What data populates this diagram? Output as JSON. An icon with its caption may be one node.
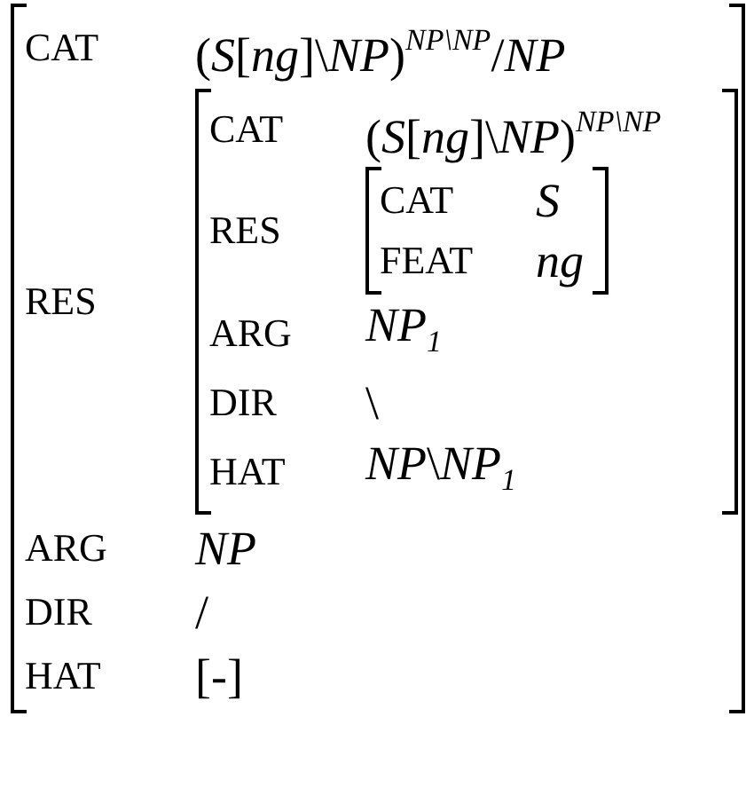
{
  "diagram": {
    "nodes": [
      {
        "text": [
          "CAT",
          "(*S*[*ng*]\\*NP*)$^{NP\\NP}$/*NP*",
          "RES",
          "ARG",
          "*NP*",
          "DIR",
          "/",
          "HAT",
          "[-]"
        ]
      },
      {
        "text": [
          "CAT",
          "(*S*[*ng*]\\*NP*)$^{NP\\NP}$",
          "RES",
          "ARG",
          "*NP*$_{1}$",
          "DIR",
          "\\",
          "HAT",
          "*NP*\\*NP*$_{1}$"
        ],
        "in": 0
      },
      {
        "text": [
          "CAT",
          "*S*",
          "FEAT",
          "*ng*"
        ],
        "in": 1
      }
    ]
  }
}
